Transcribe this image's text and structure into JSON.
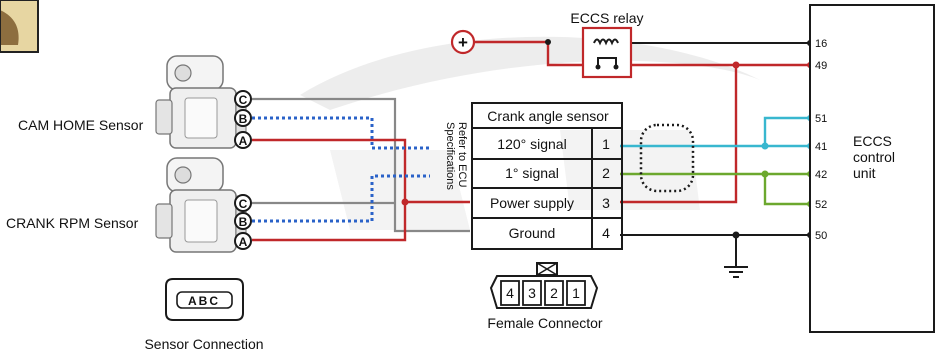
{
  "relay": {
    "title": "ECCS relay"
  },
  "power_symbol": "+",
  "sensors": {
    "cam_label": "CAM HOME Sensor",
    "crank_label": "CRANK RPM Sensor",
    "pins": [
      "C",
      "B",
      "A"
    ]
  },
  "refer_note": [
    "Refer to ECU",
    "Specifications"
  ],
  "crank_sensor": {
    "title": "Crank angle sensor",
    "rows": [
      {
        "signal": "120° signal",
        "pin": "1"
      },
      {
        "signal": "1° signal",
        "pin": "2"
      },
      {
        "signal": "Power supply",
        "pin": "3"
      },
      {
        "signal": "Ground",
        "pin": "4"
      }
    ]
  },
  "connector": {
    "pins": [
      "4",
      "3",
      "2",
      "1"
    ],
    "label": "Female Connector"
  },
  "sensor_connection": {
    "pins": "ABC",
    "label": "Sensor Connection"
  },
  "ecu": {
    "title_lines": [
      "ECCS",
      "control",
      "unit"
    ],
    "pins": [
      "16",
      "49",
      "51",
      "41",
      "42",
      "52",
      "50"
    ]
  },
  "colors": {
    "red": "#c0282a",
    "cyan": "#38b7cf",
    "green": "#6ca82e",
    "blue": "#2a62c8",
    "black": "#1a1a1a",
    "gray": "#888888"
  }
}
